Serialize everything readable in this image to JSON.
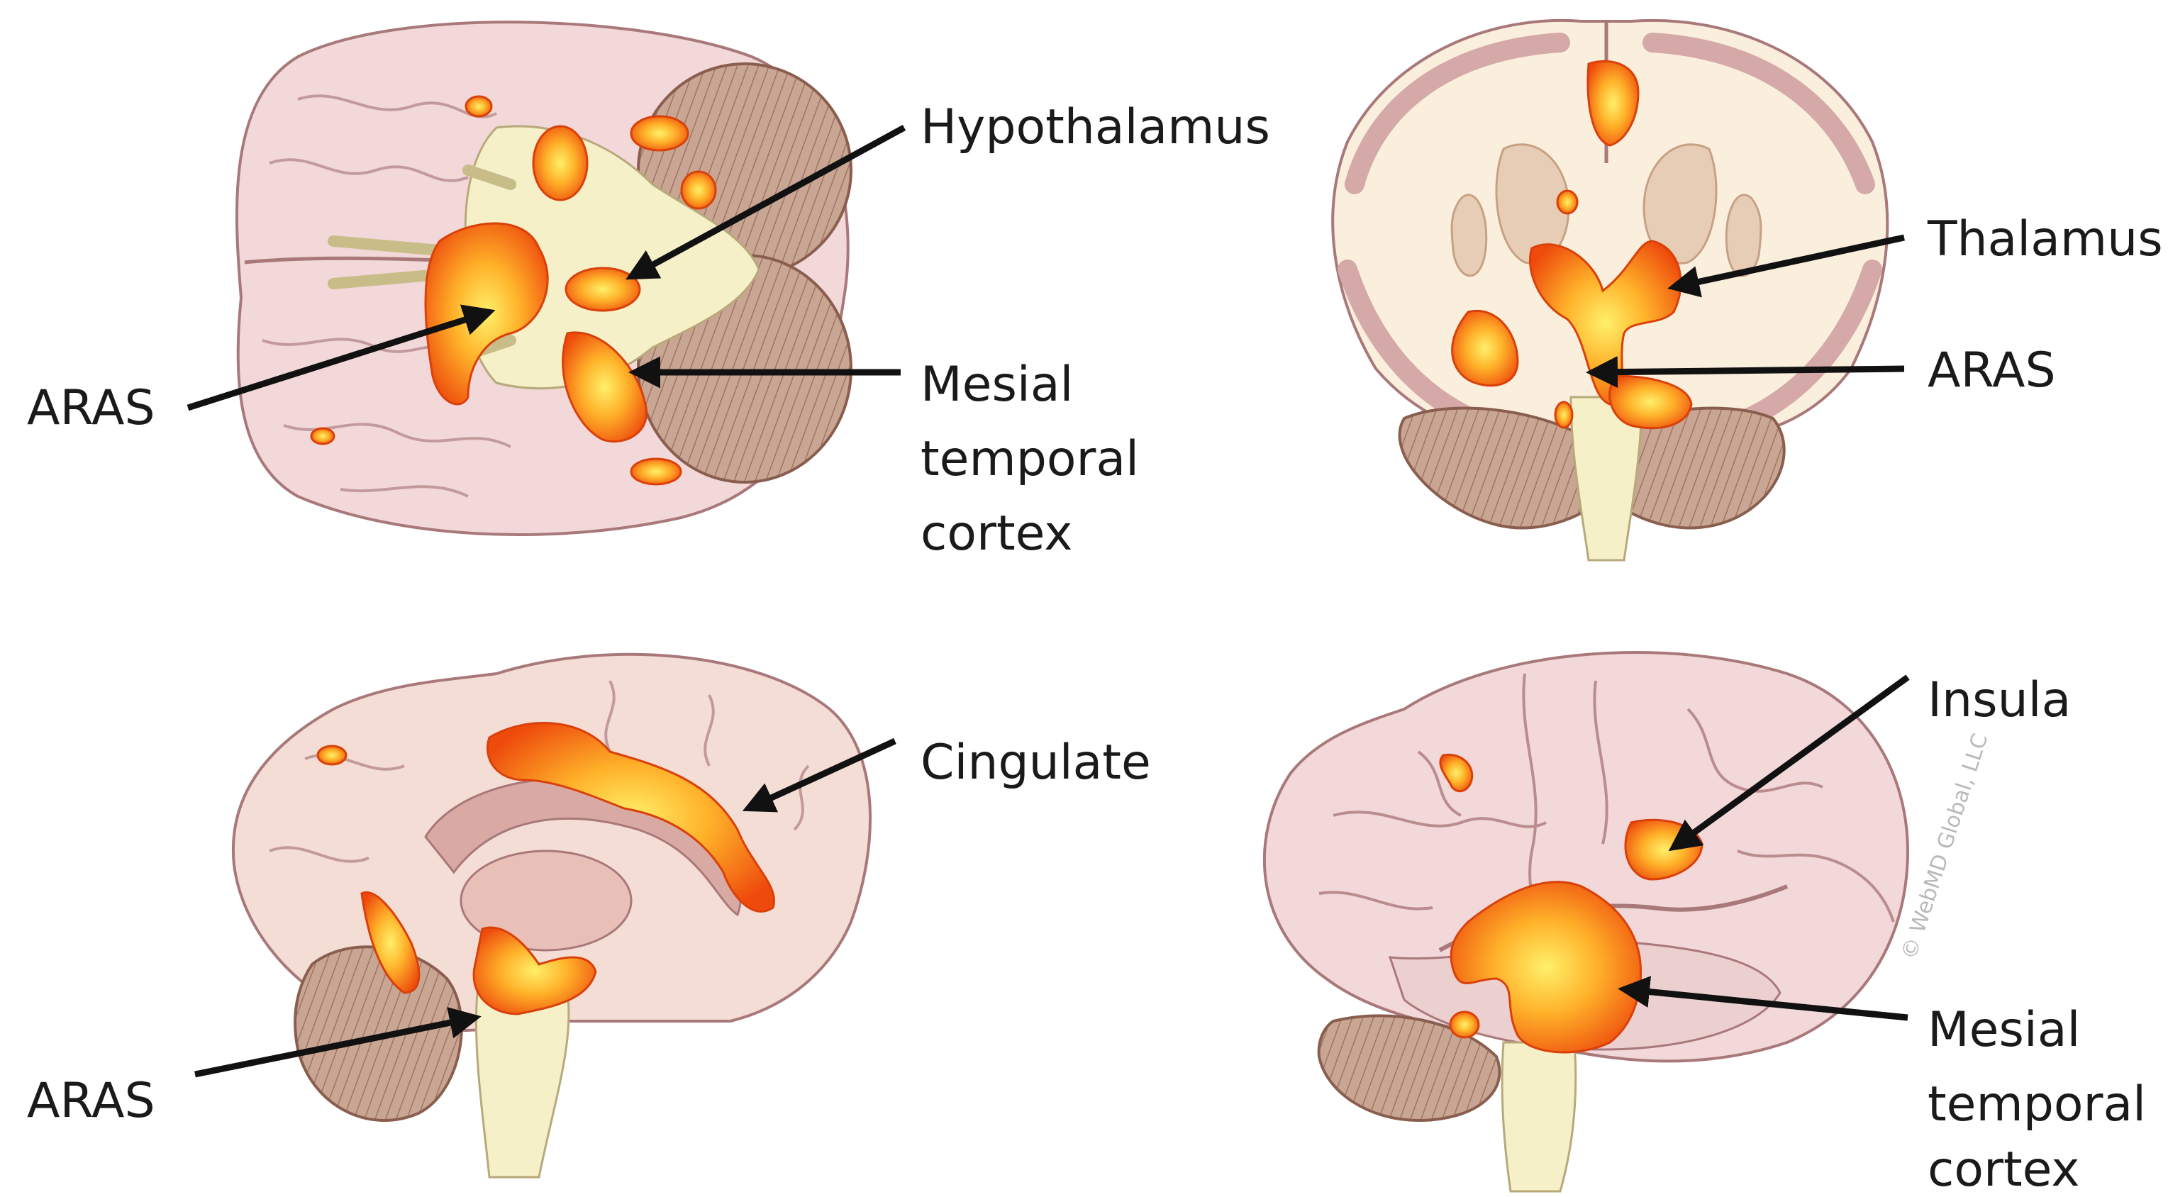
{
  "panels": {
    "inferior_view": {
      "labels": {
        "hypothalamus": "Hypothalamus",
        "aras": "ARAS",
        "mesial_line1": "Mesial",
        "mesial_line2": "temporal",
        "mesial_line3": "cortex"
      }
    },
    "coronal_view": {
      "labels": {
        "thalamus": "Thalamus",
        "aras": "ARAS"
      }
    },
    "midsagittal_view": {
      "labels": {
        "cingulate": "Cingulate",
        "aras": "ARAS"
      }
    },
    "lateral_view": {
      "labels": {
        "insula": "Insula",
        "mesial_line1": "Mesial",
        "mesial_line2": "temporal",
        "mesial_line3": "cortex"
      },
      "watermark": "© WebMD Global, LLC"
    }
  },
  "colors": {
    "cortex_fill": "#f2d8d8",
    "cortex_outline": "#a8787a",
    "white_matter": "#faeedd",
    "brainstem": "#f5f0c8",
    "cerebellum": "#c4a08c",
    "activation_outer": "#f05010",
    "activation_mid": "#ff8a1e",
    "activation_core": "#ffe040",
    "arrow": "#111111"
  }
}
